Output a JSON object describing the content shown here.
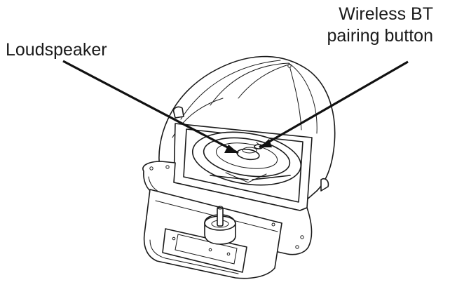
{
  "labels": {
    "loudspeaker": "Loudspeaker",
    "bt_line1": "Wireless BT",
    "bt_line2": "pairing button"
  },
  "colors": {
    "line": "#1a1a1a",
    "background": "#ffffff"
  }
}
